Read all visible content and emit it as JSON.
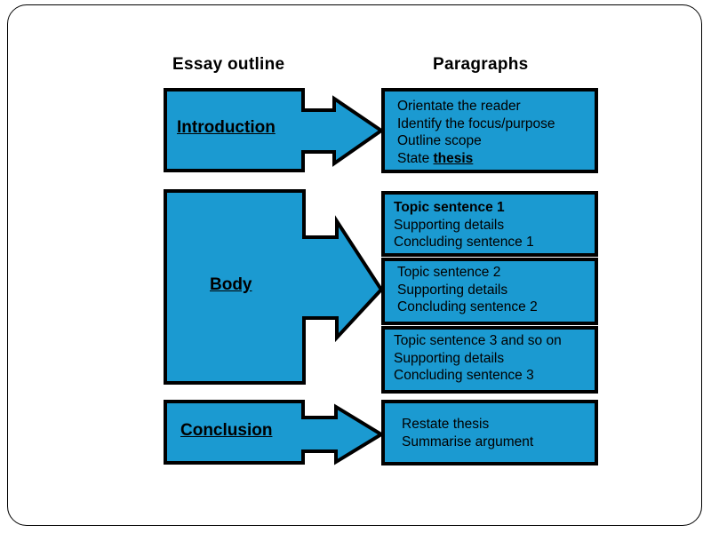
{
  "slide": {
    "background_color": "#ffffff",
    "frame_color": "#000000",
    "shape_fill": "#1b9ad1",
    "shape_stroke": "#000000",
    "text_color": "#000000"
  },
  "headings": {
    "left": "Essay outline",
    "right": "Paragraphs"
  },
  "outline": {
    "introduction": "Introduction",
    "body": "Body",
    "conclusion": "Conclusion"
  },
  "paragraphs": {
    "introduction": {
      "lines": [
        "Orientate the reader",
        "Identify the focus/purpose",
        "Outline scope"
      ],
      "last_line_prefix": "State ",
      "last_line_emphasis": "thesis"
    },
    "body1": {
      "heading": "Topic sentence 1",
      "lines": [
        "Supporting details",
        "Concluding sentence 1"
      ]
    },
    "body2": {
      "lines": [
        "Topic sentence 2",
        "Supporting details",
        "Concluding sentence 2"
      ]
    },
    "body3": {
      "lines": [
        "Topic sentence 3 and so on",
        "Supporting details",
        "Concluding sentence 3"
      ]
    },
    "conclusion": {
      "lines": [
        "Restate thesis",
        "Summarise argument"
      ]
    }
  },
  "icons": {
    "arrow_intro": "right-arrow-icon",
    "arrow_body": "right-arrow-icon",
    "arrow_conclusion": "right-arrow-icon"
  }
}
